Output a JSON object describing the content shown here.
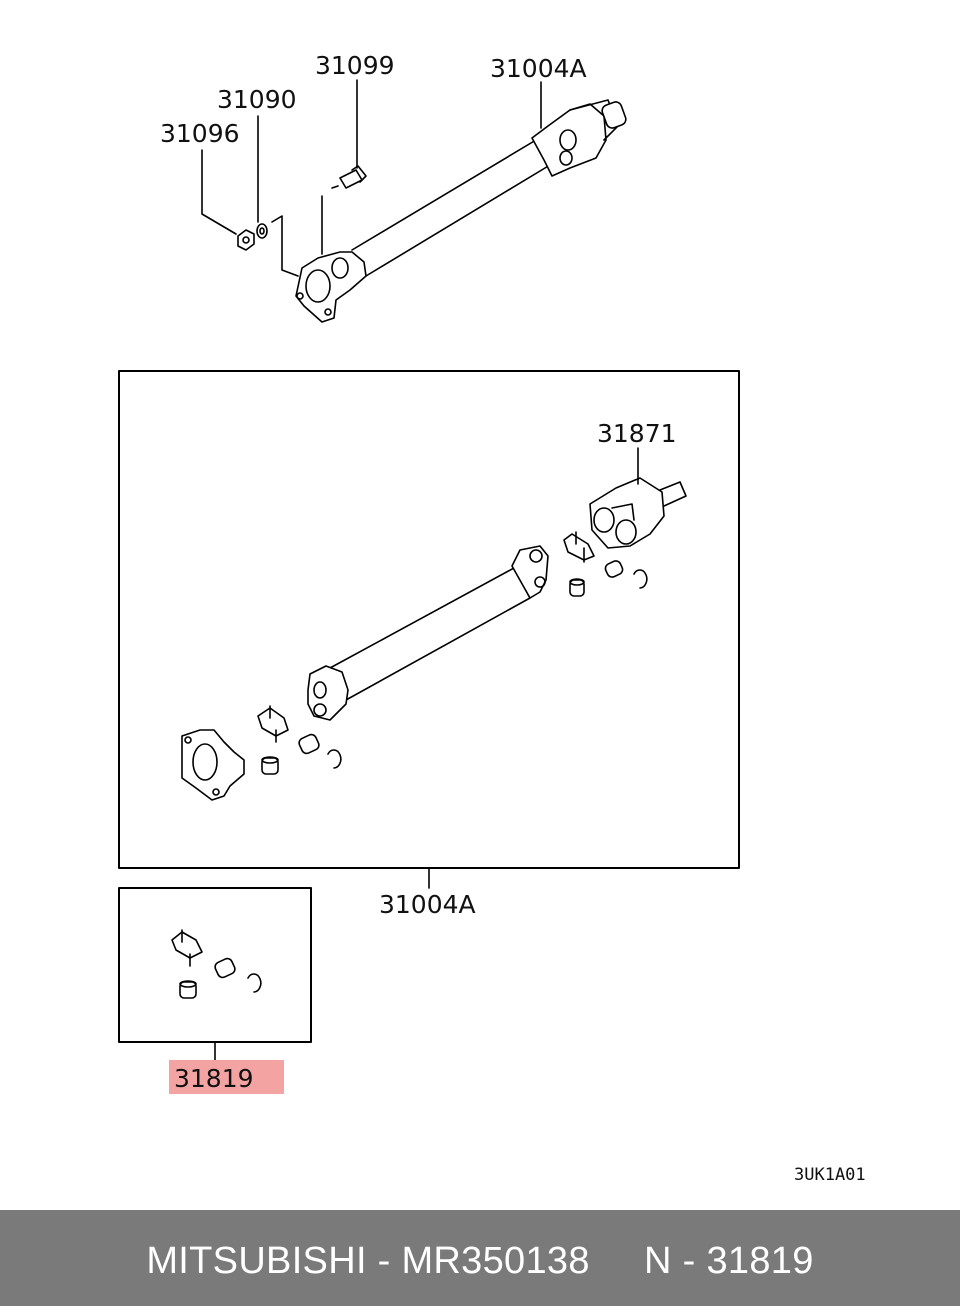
{
  "labels": {
    "p31099": "31099",
    "p31004a_top": "31004A",
    "p31090": "31090",
    "p31096": "31096",
    "p31871": "31871",
    "p31004a_assembly": "31004A",
    "p31819": "31819"
  },
  "highlight_color": "#f4a3a3",
  "highlight_text_color": "#a30000",
  "diagram_code": "3UK1A01",
  "footer": {
    "brand": "MITSUBISHI",
    "part_number": "MR350138",
    "ref": "N - 31819",
    "text": "MITSUBISHI - MR350138     N - 31819"
  }
}
